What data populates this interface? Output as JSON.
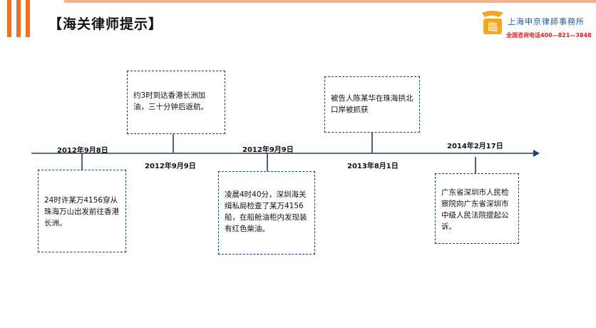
{
  "header": {
    "title": "【海关律师提示】",
    "firm_name": "上海申京律師事務所",
    "logo_char": "臨",
    "phone": "全国咨询电话400—821—3848"
  },
  "timeline": [
    {
      "date": "2012年9月8日",
      "text": "24时许某万4156穿从珠海万山出发前往香港长洲。"
    },
    {
      "date": "2012年9月9日",
      "text": "约3时到达香港长洲加油，三十分钟后返航。"
    },
    {
      "date": "2012年9月9日",
      "text": "凌晨4时40分，深圳海关缉私局检查了某万4156船，在船舱油柜内发现装有红色柴油。"
    },
    {
      "date": "2013年8月1日",
      "text": "被告人陈某华在珠海拱北口岸被抓获"
    },
    {
      "date": "2014年2月17日",
      "text": "广东省深圳市人民检察院向广东省深圳市中级人民法院提起公诉。"
    }
  ],
  "colors": {
    "accent": "#f0701f",
    "timeline": "#1f3c6e",
    "firm": "#1f5ea8",
    "phone": "#d62222"
  }
}
